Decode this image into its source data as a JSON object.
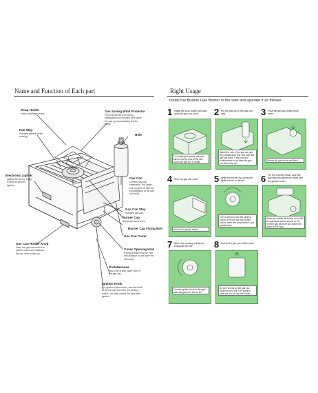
{
  "left_title": "Name and Function of Each part",
  "right_title": "Right Usage",
  "right_subtitle": "Install the Butane Gas Burner in the safe and operate it as follows",
  "parts": [
    {
      "label": "Soup Holder",
      "desc": "Holds overflowed soup."
    },
    {
      "label": "Pan Stay",
      "desc": "Sustains vessels while cooking."
    },
    {
      "label": "Electronic Lighter",
      "desc": "Ignites the burner. Keep it clean to smooth ignition"
    },
    {
      "label": "Gas Can Holder Knob",
      "desc": "Fixes the gas can when it is pushed down and releases the can when pulled up."
    },
    {
      "label": "Gas Saving Wind Protector",
      "desc": "Prevents the fire from being extinguished by the wind and saves the gas by concentrating the fire flame."
    },
    {
      "label": "Hole",
      "desc": ""
    },
    {
      "label": "Gas Can",
      "desc": "Connect gas can separately. The upper hole must be fit with the protuberance of the gas can head."
    },
    {
      "label": "Gas Can Stay",
      "desc": "Sustains gas can."
    },
    {
      "label": "Burner Cap",
      "desc": "Keeps the flame even."
    },
    {
      "label": "Burner Cap Fixing Bolt",
      "desc": ""
    },
    {
      "label": "Gas Can Cover",
      "desc": ""
    },
    {
      "label": "Cover Opening Hole",
      "desc": "Putting a finger into the hole and pulling it up will open the can cover."
    },
    {
      "label": "Protuberance",
      "desc": "Has to be fit with upper hole of the gas can."
    },
    {
      "label": "Ignition Knob",
      "desc": "For ignition of the burner, turn this knob to the left until you hear the clicking sound. You may control the heat after ignition."
    }
  ],
  "steps": [
    {
      "num": "1",
      "text": "Install the soup holder right and open the gas can cover.",
      "note": "For cooking the power, set your burner into the hole of the can cover and use it in a. empty"
    },
    {
      "num": "2",
      "text": "Put the gas can in the gas can stay.",
      "note": "Match the hole of the gas can and the protuberance first, and push the gas can down. If the hole and protuberance is not fitted the gas can will not be set."
    },
    {
      "num": "3",
      "text": "Push the gas can holder knob down.",
      "note": "Ensure the gas can is well fixed."
    },
    {
      "num": "4",
      "text": "Shut the gas can cover.",
      "note": "Shut it as a proper above."
    },
    {
      "num": "5",
      "text": "Ignite the burner by turning the ignition knob to the left.",
      "note": "Turn it until you hear the clicking sound. If the fire has not burned around them, the soup holder is put upside down."
    },
    {
      "num": "6",
      "text": "Put the cooking vessel upon the pan stay and adjust the flame with the ignition knob.",
      "note": "When you switch the button to the left the gas flame will be turned on. To turn the gas flame off you switch the button to the right."
    },
    {
      "num": "7",
      "text": "When the cooking is finished, extinguish the fire.",
      "note": "Turn the ignition knob to the right and extinguish the burner fire."
    },
    {
      "num": "8",
      "text": "Pull up the gas can holder knob.",
      "note": "Be sure to shut up the gas can holder knob to the \"Off\" position while you do not use the burner."
    }
  ]
}
